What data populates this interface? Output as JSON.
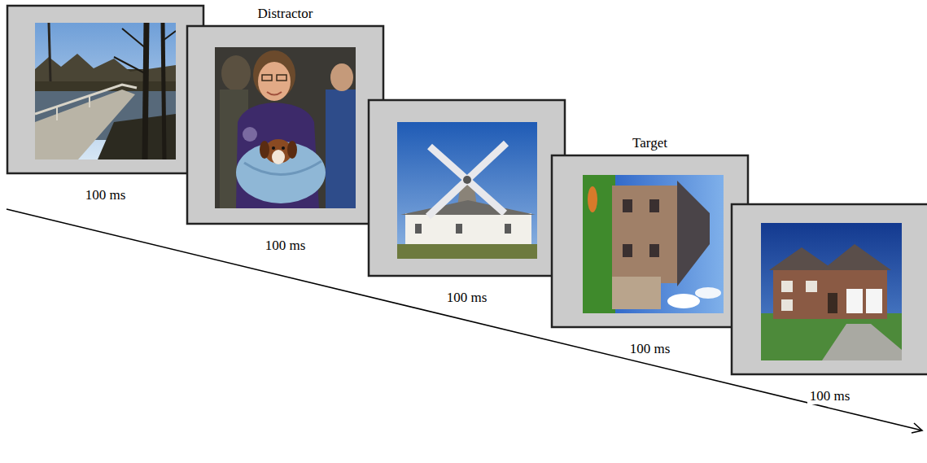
{
  "diagram": {
    "nodes": [
      {
        "text": [
          "100 ms"
        ]
      },
      {
        "text": [
          "Distractor",
          "100 ms"
        ]
      },
      {
        "text": [
          "100 ms"
        ]
      },
      {
        "text": [
          "Target",
          "100 ms"
        ]
      },
      {
        "text": [
          "100 ms"
        ]
      }
    ]
  }
}
